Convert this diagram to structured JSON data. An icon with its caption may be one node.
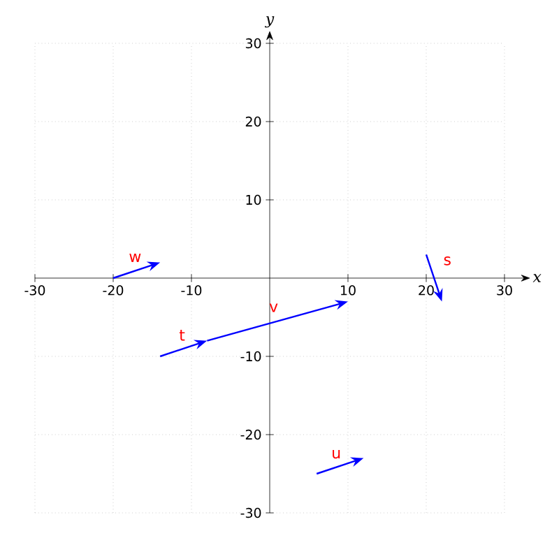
{
  "diagram": {
    "labels": [
      "w",
      "s",
      "v",
      "t",
      "u"
    ],
    "chart_data": {
      "type": "line",
      "grid": true,
      "xlabel": "x",
      "ylabel": "y",
      "xlim": [
        -30,
        30
      ],
      "ylim": [
        -30,
        30
      ],
      "xticks": [
        -30,
        -20,
        -10,
        10,
        20,
        30
      ],
      "yticks": [
        -30,
        -20,
        -10,
        10,
        20,
        30
      ]
    }
  }
}
